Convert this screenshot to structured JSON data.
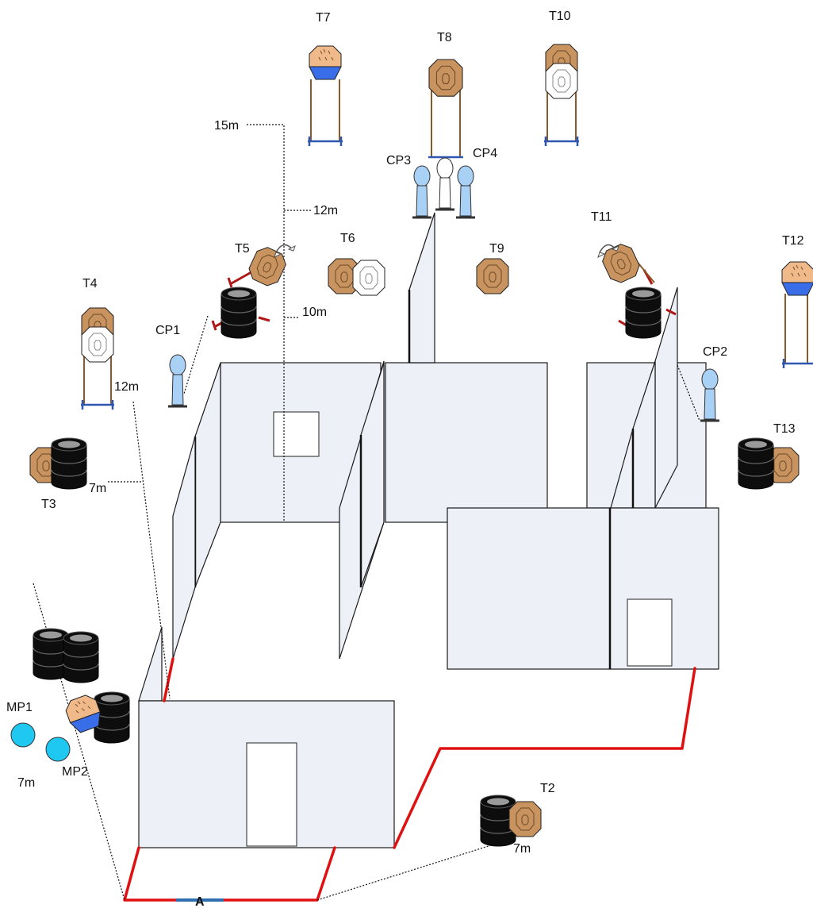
{
  "targets": {
    "t2": "T2",
    "t3": "T3",
    "t4": "T4",
    "t5": "T5",
    "t6": "T6",
    "t7": "T7",
    "t8": "T8",
    "t9": "T9",
    "t10": "T10",
    "t11": "T11",
    "t12": "T12",
    "t13": "T13"
  },
  "no_shoots": {
    "cp1": "CP1",
    "cp2": "CP2",
    "cp3": "CP3",
    "cp4": "CP4"
  },
  "poppers": {
    "mp1": "MP1",
    "mp2": "MP2"
  },
  "start_position": "A",
  "distances": {
    "d15": "15m",
    "d12_top": "12m",
    "d10": "10m",
    "d12_left": "12m",
    "d7_left": "7m",
    "d7_mp": "7m",
    "d7_t2": "7m"
  },
  "colors": {
    "target_brown": "#c8935e",
    "wall_fill": "#edf0f6",
    "fault_line": "#e01010",
    "no_shoot_blue": "#a9d0f5",
    "popper_cyan": "#1ec8f0",
    "metal_plate_blue": "#3a6ee8",
    "stand_blue": "#2f56b0",
    "barrel_black": "#0d0d0d",
    "swinger_red": "#b01818"
  },
  "icons": [
    "ipsc-target",
    "no-shoot-target",
    "metal-popper",
    "barrel",
    "swing-arrow",
    "target-stand"
  ]
}
